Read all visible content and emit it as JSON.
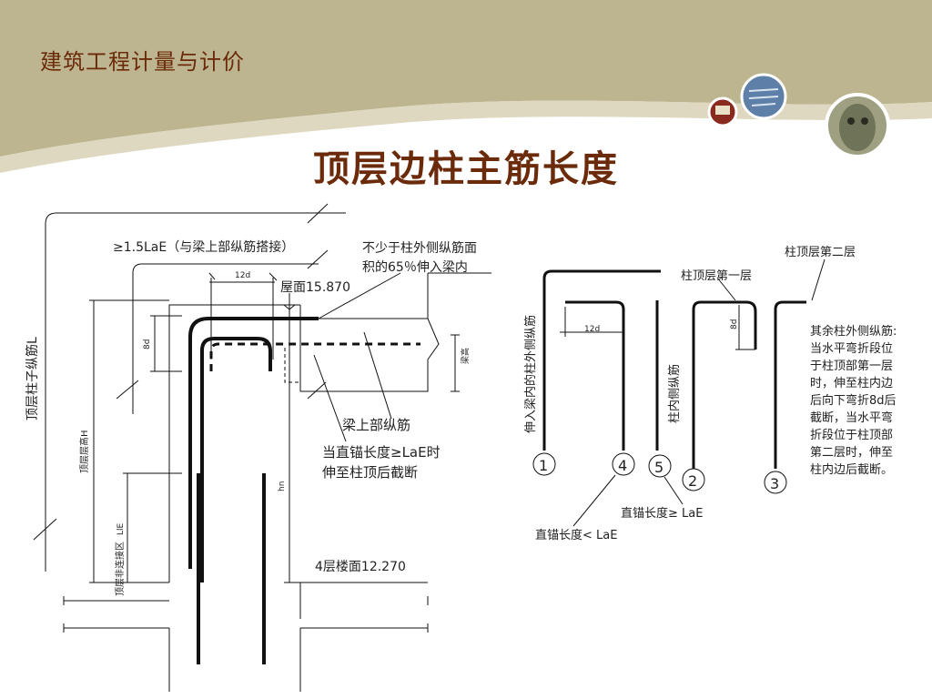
{
  "course_title": "建筑工程计量与计价",
  "slide_title": "顶层边柱主筋长度",
  "colors": {
    "title": "#6b2a0a",
    "banner": "#bdb58f",
    "banner_light": "#ddd8bf",
    "line": "#111111"
  },
  "left": {
    "ann_15lae": "≥1.5LaE（与梁上部纵筋搭接）",
    "ann_65_line1": "不少于柱外侧纵筋面",
    "ann_65_line2": "积的65％伸入梁内",
    "dim_12d": "12d",
    "roof_level": "屋面15.870",
    "dim_8d": "8d",
    "beam_height": "梁高",
    "col_bar_L": "顶层柱子纵筋L",
    "story_height": "顶层层高H",
    "llE": "LlE",
    "non_splice_zone": "顶层非连接区",
    "hn": "hn",
    "beam_top_bar": "梁上部纵筋",
    "straight_anchor_line1": "当直锚长度≥LaE时",
    "straight_anchor_line2": "伸至柱顶后截断",
    "floor_level": "4层楼面12.270"
  },
  "right": {
    "col_top_layer2": "柱顶层第二层",
    "col_top_layer1": "柱顶层第一层",
    "bar1_label": "伸入梁内的柱外侧纵筋",
    "dim_12d": "12d",
    "dim_8d": "8d",
    "bar_inner_label": "柱内侧纵筋",
    "num1": "1",
    "num4": "4",
    "num5": "5",
    "num2": "2",
    "num3": "3",
    "anchor_ge": "直锚长度≥ LaE",
    "anchor_lt": "直锚长度< LaE",
    "note_lines": [
      "其余柱外侧纵筋:",
      "当水平弯折段位",
      "于柱顶部第一层",
      "时，伸至柱内边",
      "后向下弯折8d后",
      "截断，当水平弯",
      "折段位于柱顶部",
      "第二层时，伸至",
      "柱内边后截断。"
    ]
  }
}
